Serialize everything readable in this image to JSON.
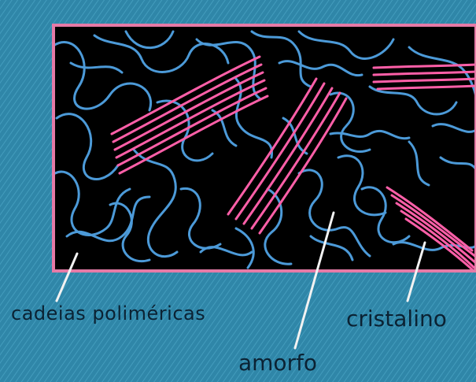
{
  "labels": {
    "chains": "cadeias poliméricas",
    "crystalline": "cristalino",
    "amorphous": "amorfo"
  },
  "colors": {
    "background": "#2f86a8",
    "panel": "#000000",
    "border": "#e57aa6",
    "amorphous_chain": "#4c9ad8",
    "crystalline_chain": "#ff5fa8",
    "pointer": "#f2f2f2",
    "label_text": "#0b2233"
  }
}
